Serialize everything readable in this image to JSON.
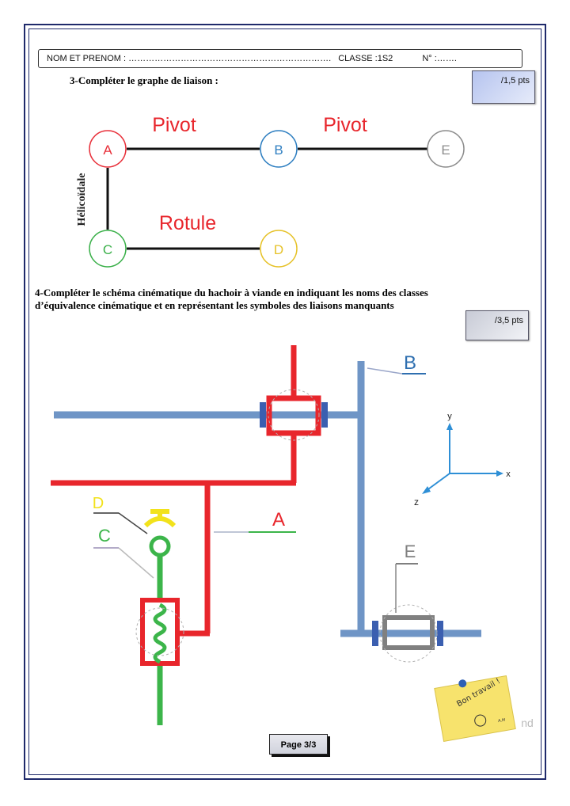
{
  "header": {
    "nom_prenom": "NOM ET PRENOM : …………………………………………………………….",
    "classe": "CLASSE :1S2",
    "numero": "N° :……."
  },
  "section3": {
    "title": "3-Compléter le graphe de liaison :",
    "points": "/1,5 pts",
    "graph": {
      "nodes": [
        {
          "id": "A",
          "color": "#e8303a"
        },
        {
          "id": "B",
          "color": "#2f7fc1"
        },
        {
          "id": "E",
          "color": "#8c8c8c"
        },
        {
          "id": "C",
          "color": "#3bb04a"
        },
        {
          "id": "D",
          "color": "#e6c229"
        }
      ],
      "links": [
        {
          "from": "A",
          "to": "B",
          "label": "Pivot"
        },
        {
          "from": "B",
          "to": "E",
          "label": "Pivot"
        },
        {
          "from": "A",
          "to": "C",
          "label": "Hélicoïdale"
        },
        {
          "from": "C",
          "to": "D",
          "label": "Rotule"
        }
      ]
    }
  },
  "section4": {
    "title_line1": "4-Compléter le schéma cinématique du hachoir à viande en indiquant les noms des classes",
    "title_line2": "d’équivalence cinématique et en représentant les symboles des liaisons manquants",
    "points": "/3,5 pts",
    "labels": {
      "B": "B",
      "A": "A",
      "C": "C",
      "D": "D",
      "E": "E"
    },
    "axes": {
      "y": "y",
      "x": "x",
      "z": "z"
    },
    "colors": {
      "blue": "#6f95c6",
      "red": "#e8262c",
      "green": "#3cb54a",
      "yellow": "#f2e21b",
      "grey": "#808080"
    }
  },
  "sticky_note": {
    "text": "Bon travail !",
    "initials": "A.M"
  },
  "watermark": "nd",
  "footer": {
    "page": "Page 3/3"
  }
}
